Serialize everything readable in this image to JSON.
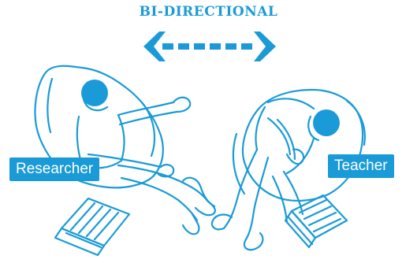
{
  "header": {
    "title": "BI-DIRECTIONAL"
  },
  "labels": {
    "researcher": "Researcher",
    "teacher": "Teacher"
  },
  "colors": {
    "accent": "#1a9bd7",
    "background": "#ffffff"
  },
  "icons": {
    "arrow": "bidirectional-arrow-icon",
    "left_person": "researcher-figure",
    "right_person": "teacher-figure",
    "laptop": "laptop-icon"
  }
}
